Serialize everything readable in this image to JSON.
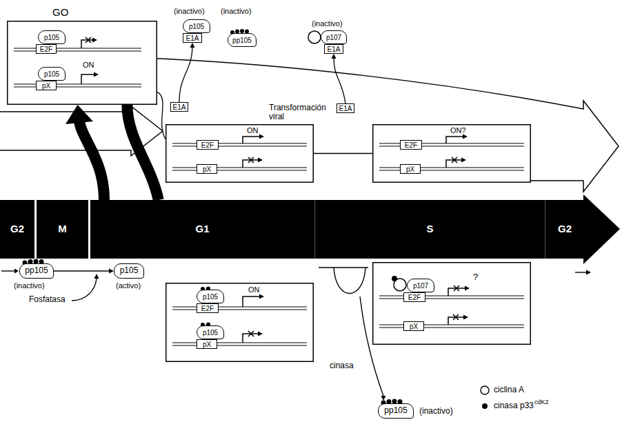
{
  "diagram": {
    "nodes": [
      {
        "text": [
          "GO",
          "ON"
        ]
      },
      {
        "text": [
          "p105"
        ],
        "in": 0
      },
      {
        "text": [
          "E2F"
        ],
        "in": 0
      },
      {
        "text": [
          "p105"
        ],
        "in": 0
      },
      {
        "text": [
          "pX"
        ],
        "in": 0
      },
      {
        "text": [
          "p105"
        ]
      },
      {
        "text": [
          "E1A"
        ]
      },
      {
        "text": [
          "pp105"
        ]
      },
      {
        "text": [
          "p107"
        ]
      },
      {
        "text": [
          "E1A"
        ]
      },
      {
        "text": [
          "E1A"
        ]
      },
      {
        "text": [
          "E1A"
        ]
      },
      {
        "text": [
          "Transformación viral",
          "ON"
        ]
      },
      {
        "text": [
          "E2F"
        ],
        "in": 12
      },
      {
        "text": [
          "pX"
        ],
        "in": 12
      },
      {
        "text": [
          "ON?"
        ]
      },
      {
        "text": [
          "E2F"
        ],
        "in": 15
      },
      {
        "text": [
          "pX"
        ],
        "in": 15
      },
      {
        "text": [
          "G2"
        ]
      },
      {
        "text": [
          "M"
        ]
      },
      {
        "text": [
          "G1"
        ]
      },
      {
        "text": [
          "S"
        ]
      },
      {
        "text": [
          "G2"
        ]
      },
      {
        "text": [
          "pp105"
        ]
      },
      {
        "text": [
          "p105"
        ]
      },
      {
        "text": [
          "ON"
        ]
      },
      {
        "text": [
          "p105"
        ],
        "in": 25
      },
      {
        "text": [
          "E2F"
        ],
        "in": 25
      },
      {
        "text": [
          "p105"
        ],
        "in": 25
      },
      {
        "text": [
          "pX"
        ],
        "in": 25
      },
      {
        "text": [
          "?"
        ]
      },
      {
        "text": [
          "p107"
        ],
        "in": 30
      },
      {
        "text": [
          "E2F"
        ],
        "in": 30
      },
      {
        "text": [
          "pX"
        ],
        "in": 30
      },
      {
        "text": [
          "pp105"
        ]
      }
    ],
    "edges": [
      {
        "from": 10,
        "to": 6,
        "arrow": "to"
      },
      {
        "from": 11,
        "to": 9,
        "arrow": "to"
      },
      {
        "from": 0,
        "to": 12,
        "arrow": "none"
      },
      {
        "from": 12,
        "to": 15,
        "arrow": "none"
      },
      {
        "from": 20,
        "to": 0,
        "arrow": "to"
      },
      {
        "from": 0,
        "to": 20,
        "arrow": "none"
      },
      {
        "from": 23,
        "to": 24,
        "arrow": "to"
      }
    ],
    "labels": [
      "(inactivo)",
      "(inactivo)",
      "(inactivo)",
      "(inactivo)",
      "(activo)",
      "Fosfatasa",
      "cinasa",
      "(inactivo)",
      "cdK2"
    ],
    "legend": [
      {
        "text": "ciclina A"
      },
      {
        "text": "cinasa p33"
      }
    ]
  }
}
